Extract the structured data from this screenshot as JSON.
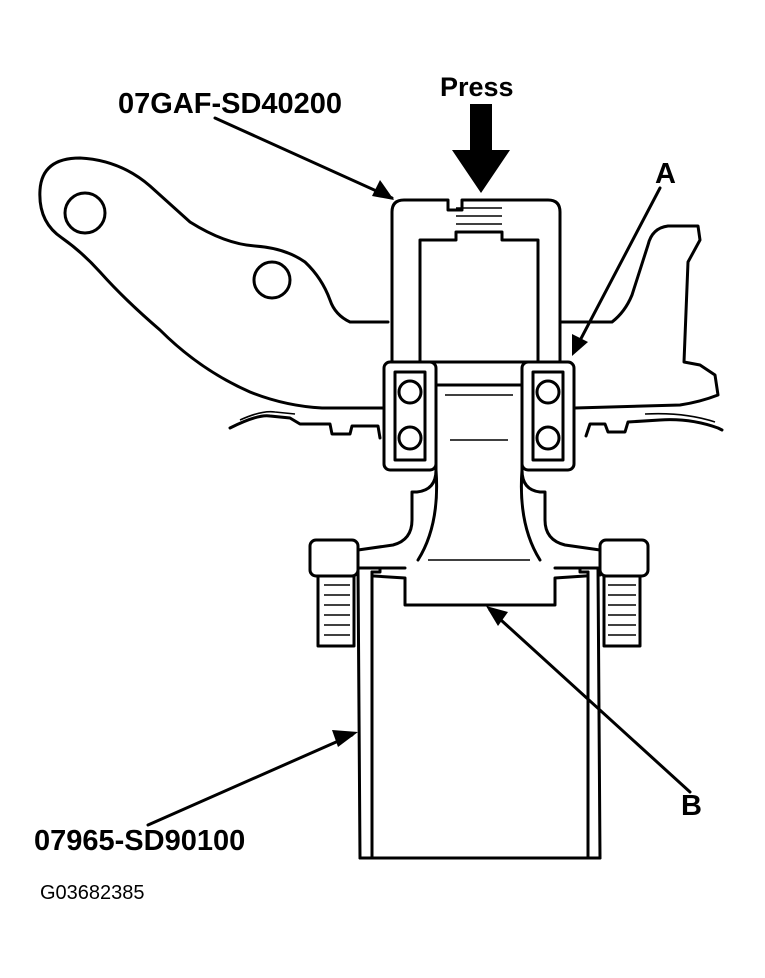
{
  "labels": {
    "press": "Press",
    "top_tool": "07GAF-SD40200",
    "bottom_tool": "07965-SD90100",
    "part_a": "A",
    "part_b": "B",
    "figure_id": "G03682385"
  },
  "colors": {
    "line": "#000000",
    "background": "#ffffff"
  },
  "icons": {
    "press_arrow": "down-arrow-icon"
  }
}
